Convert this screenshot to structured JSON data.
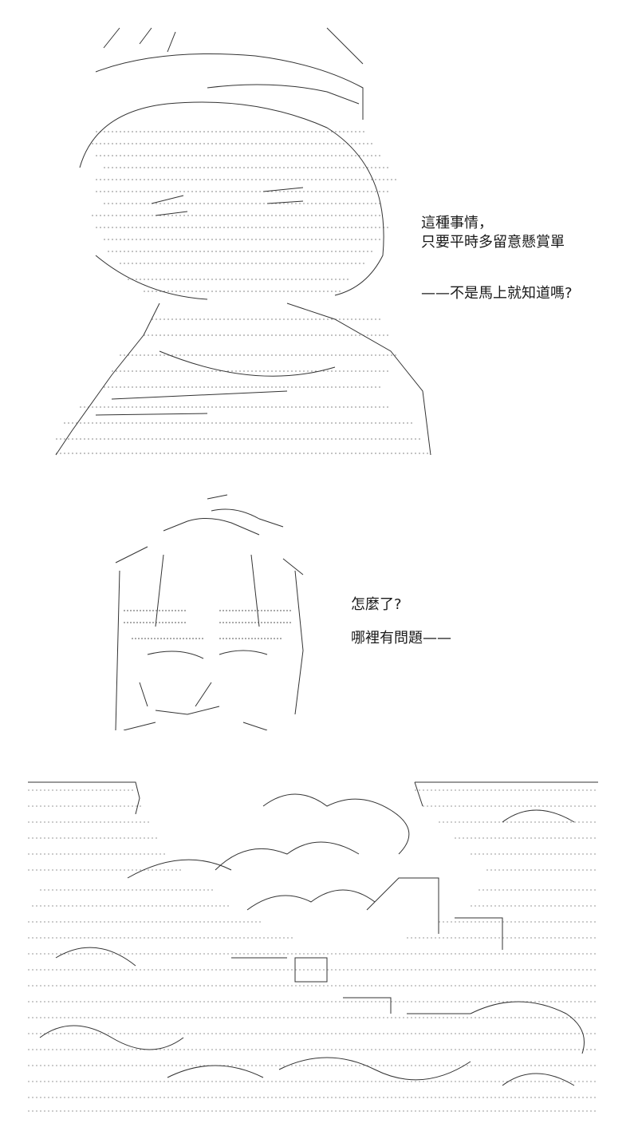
{
  "page": {
    "background": "#ffffff",
    "ink_color": "#1a1a1a",
    "art_style": "ascii-art"
  },
  "panels": [
    {
      "id": "panel-1",
      "subject": "character-with-hat",
      "dialogue": [
        "這種事情，",
        "只要平時多留意懸賞單",
        "——不是馬上就知道嗎?"
      ]
    },
    {
      "id": "panel-2",
      "subject": "character-closeup",
      "dialogue": [
        "怎麼了?",
        "哪裡有問題——"
      ]
    },
    {
      "id": "panel-3",
      "subject": "landscape-scene"
    }
  ]
}
